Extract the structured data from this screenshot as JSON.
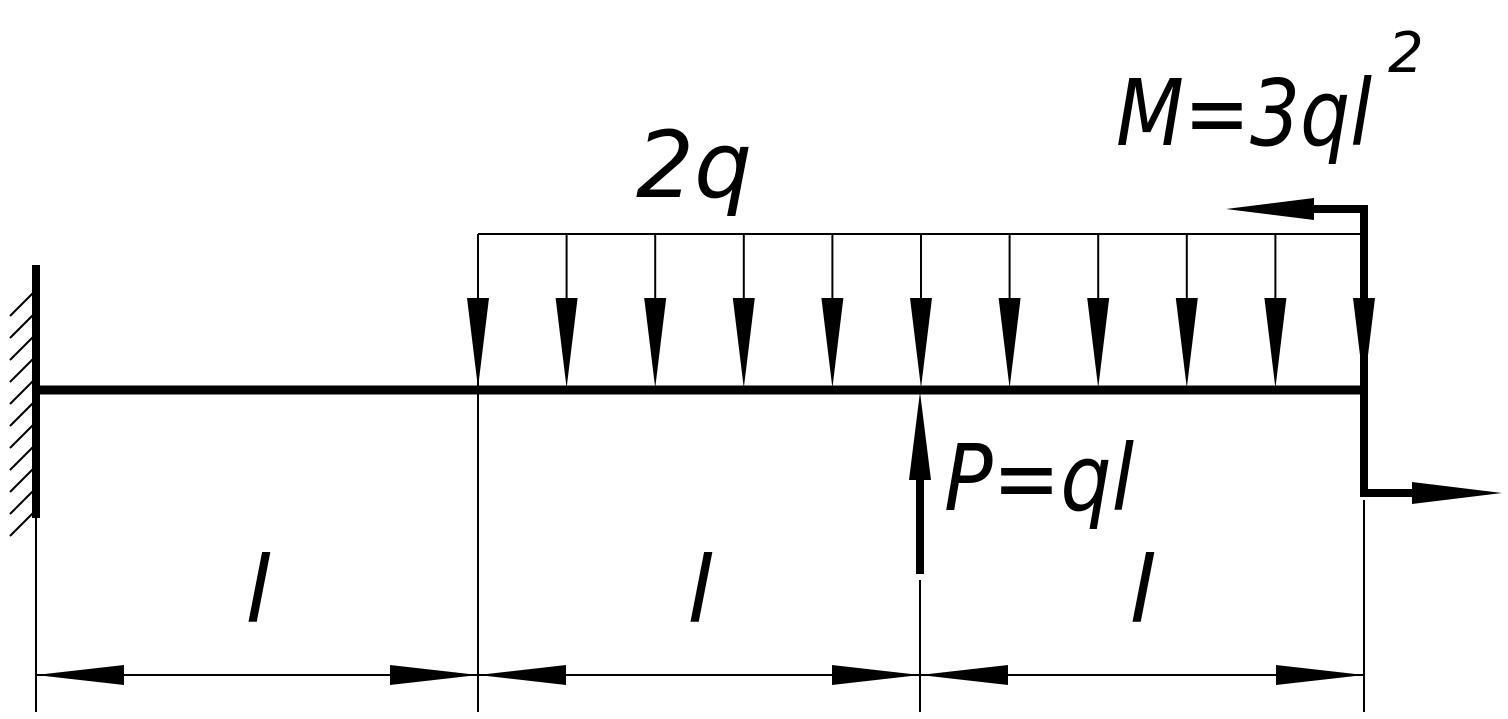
{
  "distributed_load": {
    "label": "2q"
  },
  "moment": {
    "label": "M=3ql",
    "exponent": "2"
  },
  "point_force": {
    "label": "P=ql"
  },
  "spans": [
    {
      "label": "l"
    },
    {
      "label": "l"
    },
    {
      "label": "l"
    }
  ],
  "colors": {
    "ink": "#000000",
    "background": "#ffffff"
  }
}
